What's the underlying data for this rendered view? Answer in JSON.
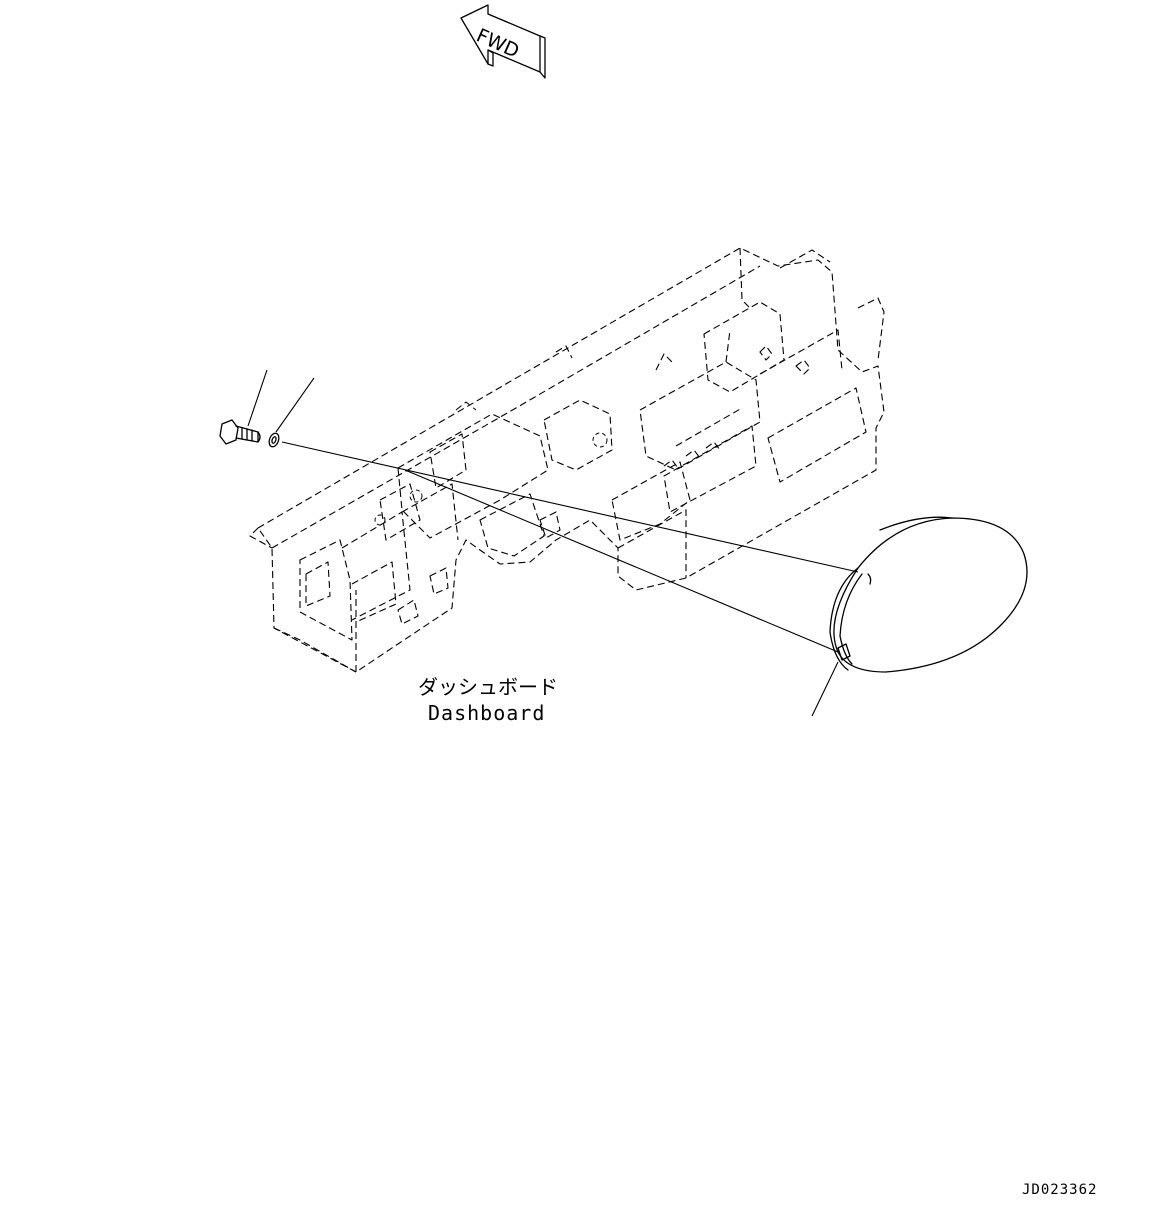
{
  "direction_marker": {
    "text": "FWD"
  },
  "labels": {
    "dashboard_jp": "ダッシュボード",
    "dashboard_en": "Dashboard"
  },
  "drawing_number": "JD023362"
}
